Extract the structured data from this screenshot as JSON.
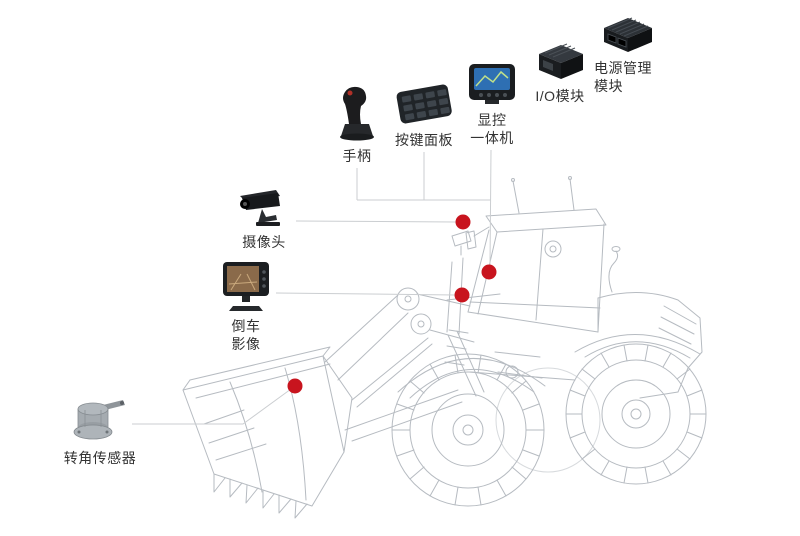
{
  "diagram": {
    "subject": "wheel-loader-electronics-overview",
    "marker_count": 4
  },
  "colors": {
    "background": "#ffffff",
    "marker_dot": "#c8141e",
    "connector_line": "#cbced1",
    "vehicle_sketch": "#b6bbc1",
    "label_text": "#333333"
  },
  "components": [
    {
      "id": "joystick",
      "label": "手柄",
      "icon": "joystick-icon"
    },
    {
      "id": "keypad",
      "label": "按键面板",
      "icon": "keypad-icon"
    },
    {
      "id": "display-unit",
      "label": "显控\n一体机",
      "icon": "display-icon"
    },
    {
      "id": "io-module",
      "label": "I/O模块",
      "icon": "io-module-icon"
    },
    {
      "id": "power-module",
      "label": "电源管理\n模块",
      "icon": "power-module-icon"
    },
    {
      "id": "camera",
      "label": "摄像头",
      "icon": "camera-icon"
    },
    {
      "id": "reverse-view",
      "label": "倒车\n影像",
      "icon": "monitor-icon"
    },
    {
      "id": "angle-sensor",
      "label": "转角传感器",
      "icon": "sensor-icon"
    }
  ]
}
